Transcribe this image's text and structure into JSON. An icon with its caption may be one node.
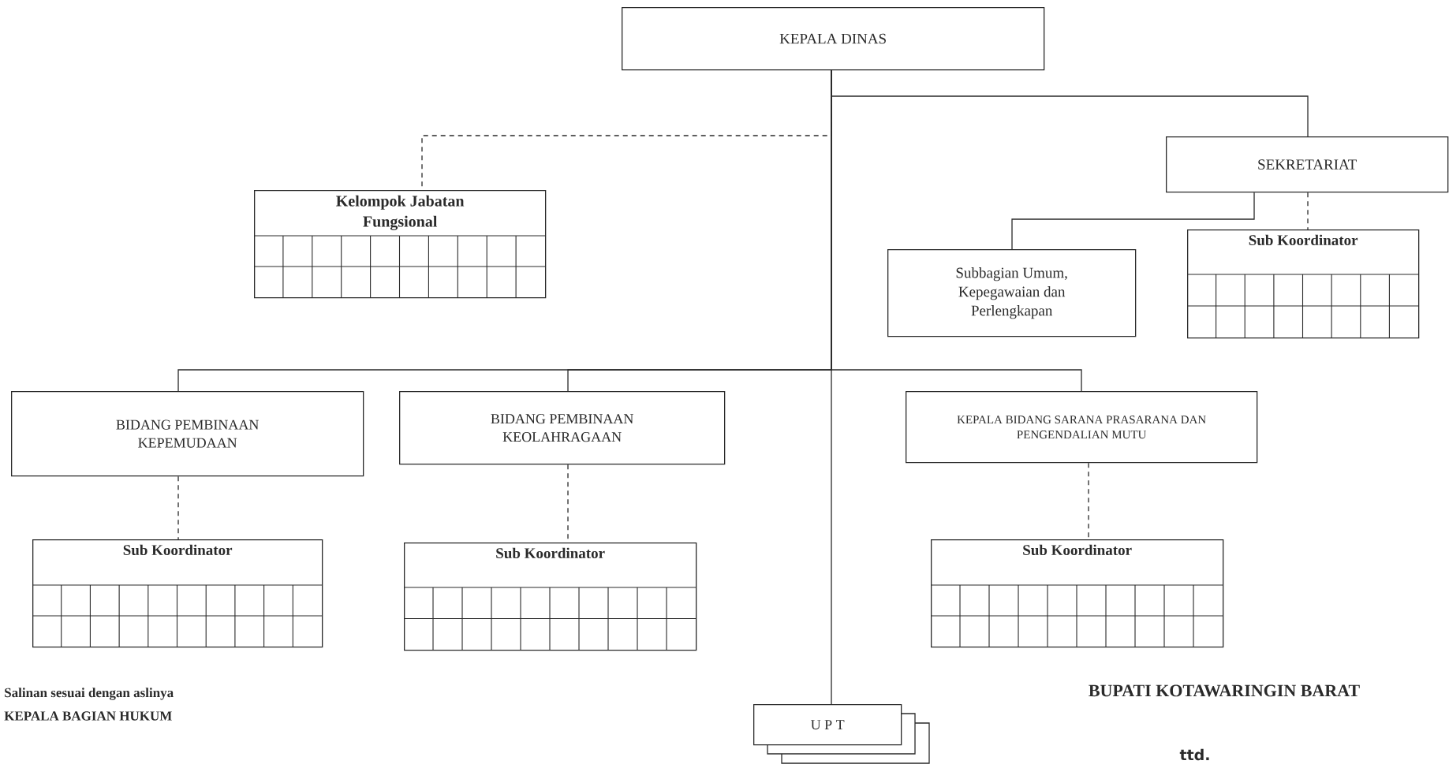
{
  "diagram": {
    "nodes": [
      {
        "text": [
          "KEPALA DINAS"
        ]
      },
      {
        "text": [
          "SEKRETARIAT"
        ]
      },
      {
        "text": [
          "Kelompok Jabatan Fungsional"
        ]
      },
      {
        "text": [
          "Subbagian Umum, Kepegawaian dan Perlengkapan"
        ]
      },
      {
        "text": [
          "Sub Koordinator"
        ]
      },
      {
        "text": [
          "BIDANG PEMBINAAN KEPEMUDAAN"
        ]
      },
      {
        "text": [
          "BIDANG PEMBINAAN KEOLAHRAGAAN"
        ]
      },
      {
        "text": [
          "KEPALA BIDANG SARANA PRASARANA DAN PENGENDALIAN MUTU"
        ]
      },
      {
        "text": [
          "Sub Koordinator"
        ]
      },
      {
        "text": [
          "Sub Koordinator"
        ]
      },
      {
        "text": [
          "Sub Koordinator"
        ]
      },
      {
        "text": [
          "U P T"
        ]
      }
    ],
    "edges": [
      {
        "from": 0,
        "to": 1,
        "arrow": "none"
      },
      {
        "from": 0,
        "to": 2,
        "arrow": "none",
        "style": "dashed"
      },
      {
        "from": 1,
        "to": 3,
        "arrow": "none"
      },
      {
        "from": 1,
        "to": 4,
        "arrow": "none",
        "style": "dashed"
      },
      {
        "from": 0,
        "to": 5,
        "arrow": "none"
      },
      {
        "from": 0,
        "to": 6,
        "arrow": "none"
      },
      {
        "from": 0,
        "to": 7,
        "arrow": "none"
      },
      {
        "from": 5,
        "to": 8,
        "arrow": "none",
        "style": "dashed"
      },
      {
        "from": 6,
        "to": 9,
        "arrow": "none",
        "style": "dashed"
      },
      {
        "from": 7,
        "to": 10,
        "arrow": "none",
        "style": "dashed"
      },
      {
        "from": 0,
        "to": 11,
        "arrow": "none"
      }
    ],
    "labels": [
      "Salinan sesuai dengan aslinya",
      "KEPALA BAGIAN HUKUM",
      "BUPATI KOTAWARINGIN BARAT",
      "ttd."
    ]
  }
}
